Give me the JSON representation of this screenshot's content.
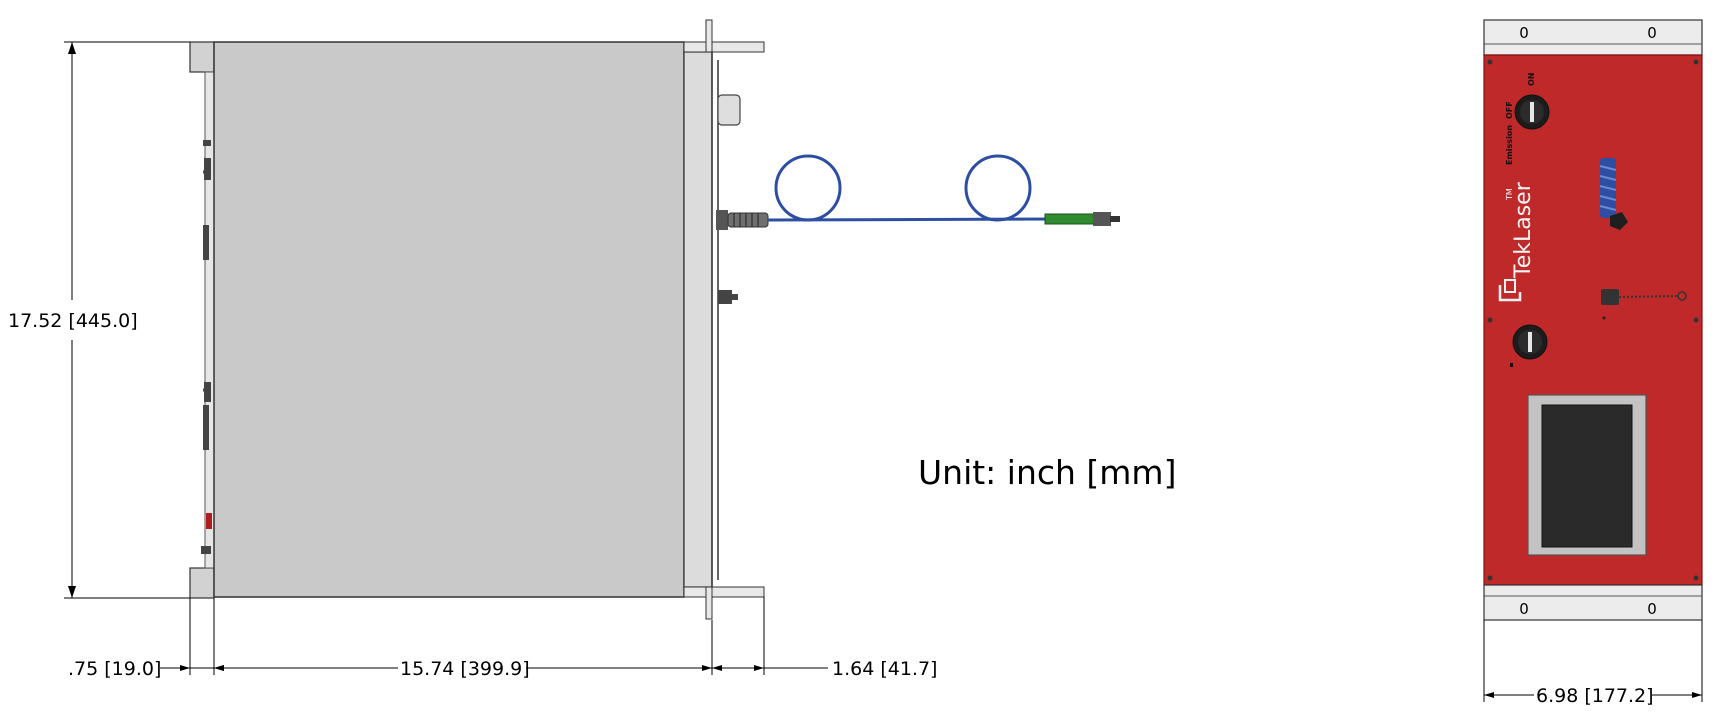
{
  "dimensions": {
    "height": "17.52 [445.0]",
    "flange_depth": ".75 [19.0]",
    "body_depth": "15.74 [399.9]",
    "rear_depth": "1.64 [41.7]",
    "front_width": "6.98 [177.2]"
  },
  "unit_note": "Unit: inch [mm]",
  "front_panel": {
    "brand": "TekLaser",
    "trademark": "TM",
    "emission_label": "Emission",
    "off_label": "OFF",
    "on_label": "ON",
    "handle_zero": "0"
  },
  "colors": {
    "panel_red": "#c0292a",
    "chassis_gray": "#c9c9c9",
    "fiber_blue": "#2d4ea3",
    "connector_green": "#2e8b2e",
    "screen_dark": "#2a2a2a"
  }
}
